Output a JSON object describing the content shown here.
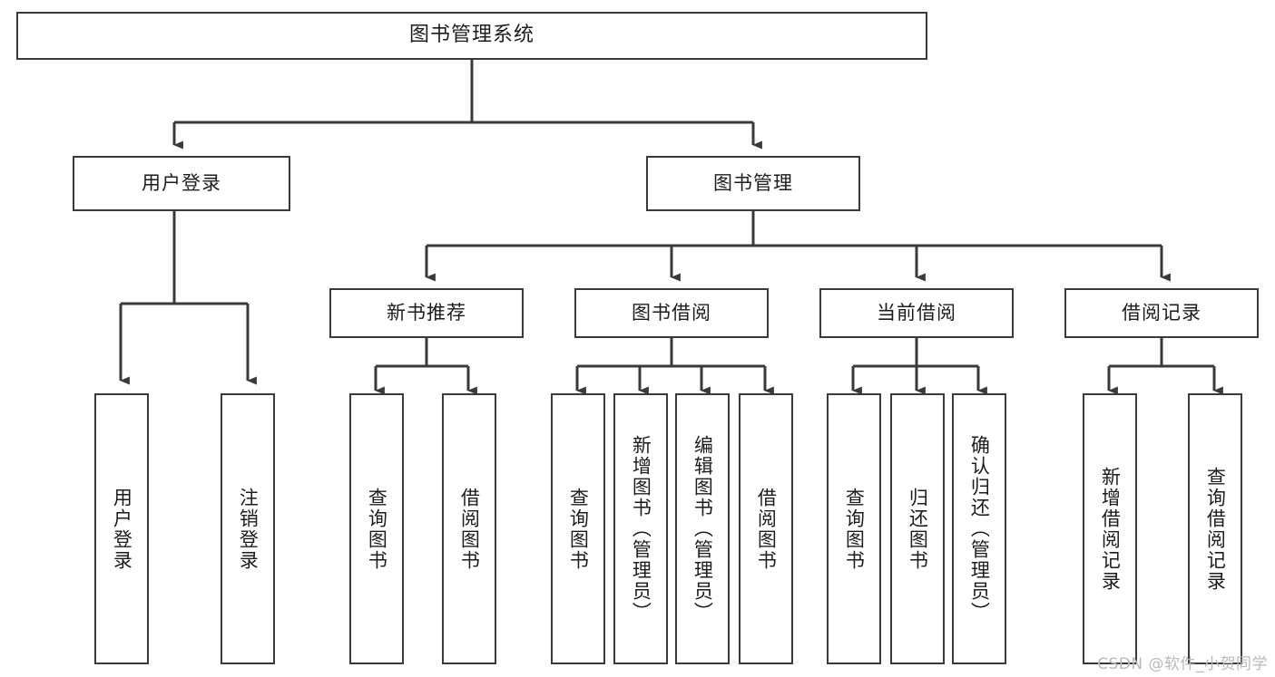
{
  "diagram": {
    "title": "图书管理系统",
    "watermark": "CSDN @软件_小贺同学",
    "style": {
      "background": "#ffffff",
      "border_color": "#3a3a3a",
      "line_color": "#3a3a3a",
      "text_color": "#1c1c1c",
      "watermark_color": "#b9b9b9"
    },
    "root": {
      "label": "图书管理系统"
    },
    "level1": [
      {
        "id": "user-login",
        "label": "用户登录"
      },
      {
        "id": "book-manage",
        "label": "图书管理"
      }
    ],
    "level2": [
      {
        "id": "new-book-rec",
        "label": "新书推荐"
      },
      {
        "id": "book-borrow",
        "label": "图书借阅"
      },
      {
        "id": "current-borrow",
        "label": "当前借阅"
      },
      {
        "id": "borrow-record",
        "label": "借阅记录"
      }
    ],
    "leaves": {
      "user_login": [
        {
          "id": "leaf-user-login",
          "label": "用户登录"
        },
        {
          "id": "leaf-logout-login",
          "label": "注销登录"
        }
      ],
      "new_book_rec": [
        {
          "id": "leaf-query-book-1",
          "label": "查询图书"
        },
        {
          "id": "leaf-borrow-book-1",
          "label": "借阅图书"
        }
      ],
      "book_borrow": [
        {
          "id": "leaf-query-book-2",
          "label": "查询图书"
        },
        {
          "id": "leaf-add-book",
          "label": "新增图书（管理员）"
        },
        {
          "id": "leaf-edit-book",
          "label": "编辑图书（管理员）"
        },
        {
          "id": "leaf-borrow-book-2",
          "label": "借阅图书"
        }
      ],
      "current_borrow": [
        {
          "id": "leaf-query-book-3",
          "label": "查询图书"
        },
        {
          "id": "leaf-return-book",
          "label": "归还图书"
        },
        {
          "id": "leaf-confirm-return",
          "label": "确认归还（管理员）"
        }
      ],
      "borrow_record": [
        {
          "id": "leaf-add-record",
          "label": "新增借阅记录"
        },
        {
          "id": "leaf-query-record",
          "label": "查询借阅记录"
        }
      ]
    }
  }
}
